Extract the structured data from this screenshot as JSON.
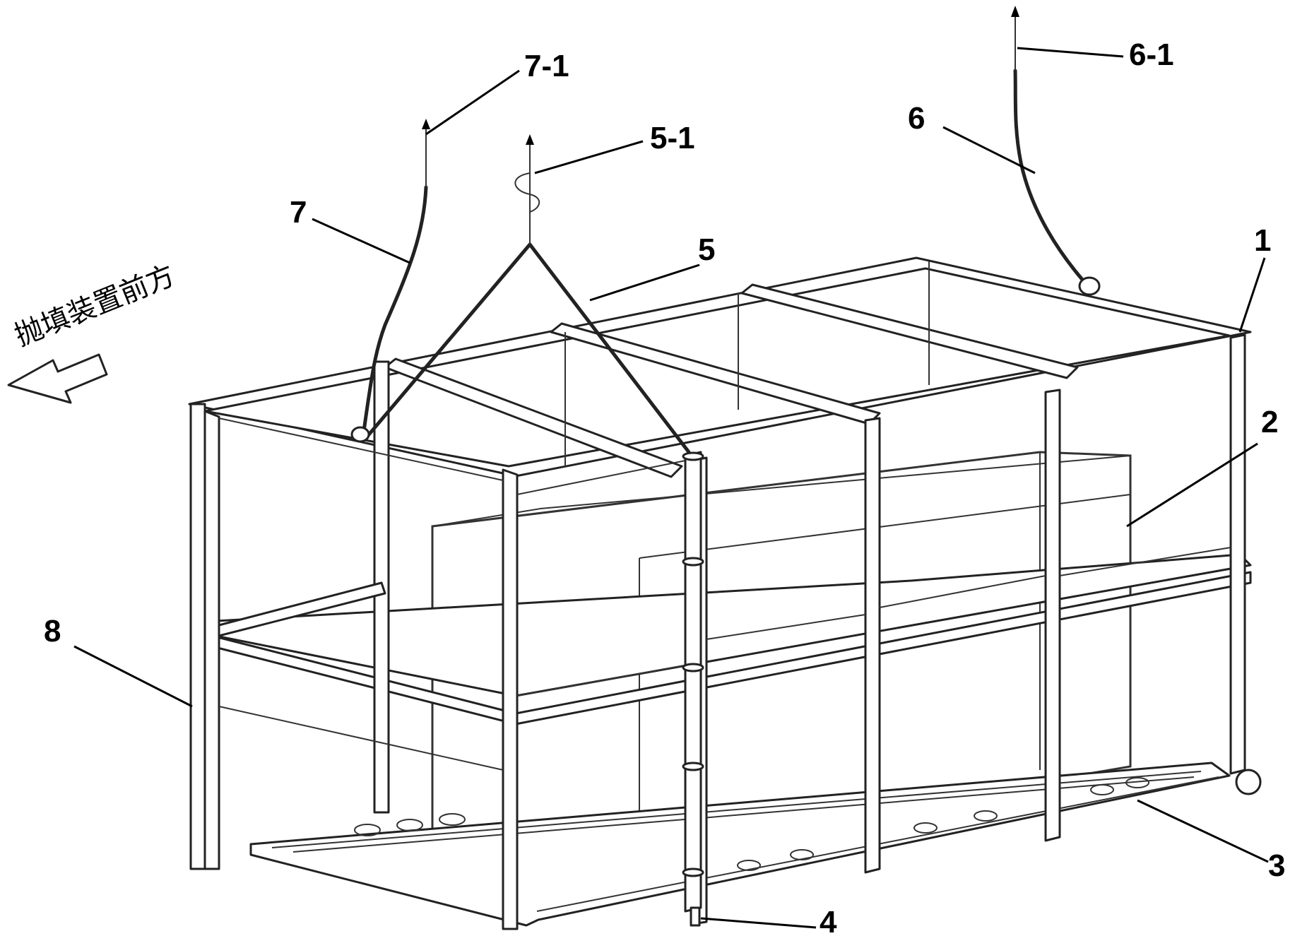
{
  "direction_text": "抛填装置前方",
  "labels": {
    "l1": "1",
    "l2": "2",
    "l3": "3",
    "l4": "4",
    "l5": "5",
    "l5_1": "5-1",
    "l6": "6",
    "l6_1": "6-1",
    "l7": "7",
    "l7_1": "7-1",
    "l8": "8"
  }
}
